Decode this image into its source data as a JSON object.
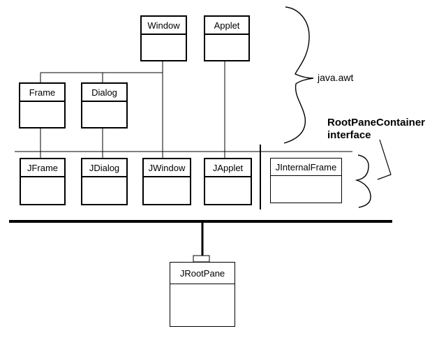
{
  "diagram": {
    "background_color": "#ffffff",
    "line_color": "#000000",
    "boxes": [
      {
        "label": "Window"
      },
      {
        "label": "Applet"
      },
      {
        "label": "Frame"
      },
      {
        "label": "Dialog"
      },
      {
        "label": "JFrame"
      },
      {
        "label": "JDialog"
      },
      {
        "label": "JWindow"
      },
      {
        "label": "JApplet"
      },
      {
        "label": "JInternalFrame"
      },
      {
        "label": "JRootPane"
      }
    ],
    "annotations": {
      "package_label": "java.awt",
      "interface_name": "RootPaneContainer",
      "interface_word": "interface"
    }
  }
}
